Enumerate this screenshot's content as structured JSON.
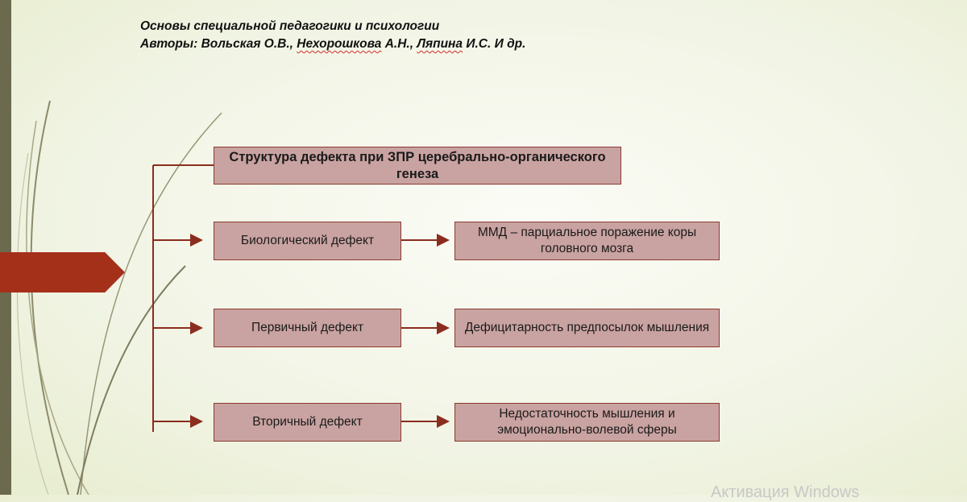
{
  "header": {
    "line1": "Основы специальной педагогики и психологии",
    "authors_prefix": "Авторы: Вольская О.В., ",
    "author2": "Нехорошкова",
    "initials2": " А.Н., ",
    "author3": "Ляпина",
    "rest": " И.С. И др."
  },
  "diagram": {
    "title": "Структура дефекта при ЗПР церебрально-органического генеза",
    "rows": [
      {
        "label": "Биологический дефект",
        "detail": "ММД – парциальное поражение коры головного мозга"
      },
      {
        "label": "Первичный дефект",
        "detail": "Дефицитарность предпосылок мышления"
      },
      {
        "label": "Вторичный дефект",
        "detail": "Недостаточность мышления и эмоционально-волевой сферы"
      }
    ]
  },
  "watermark": "Активация Windows",
  "colors": {
    "connector": "#8b2d1e",
    "box_fill": "#c9a3a1",
    "accent_flag": "#a5301a",
    "side_bar": "#6b6a4f"
  }
}
